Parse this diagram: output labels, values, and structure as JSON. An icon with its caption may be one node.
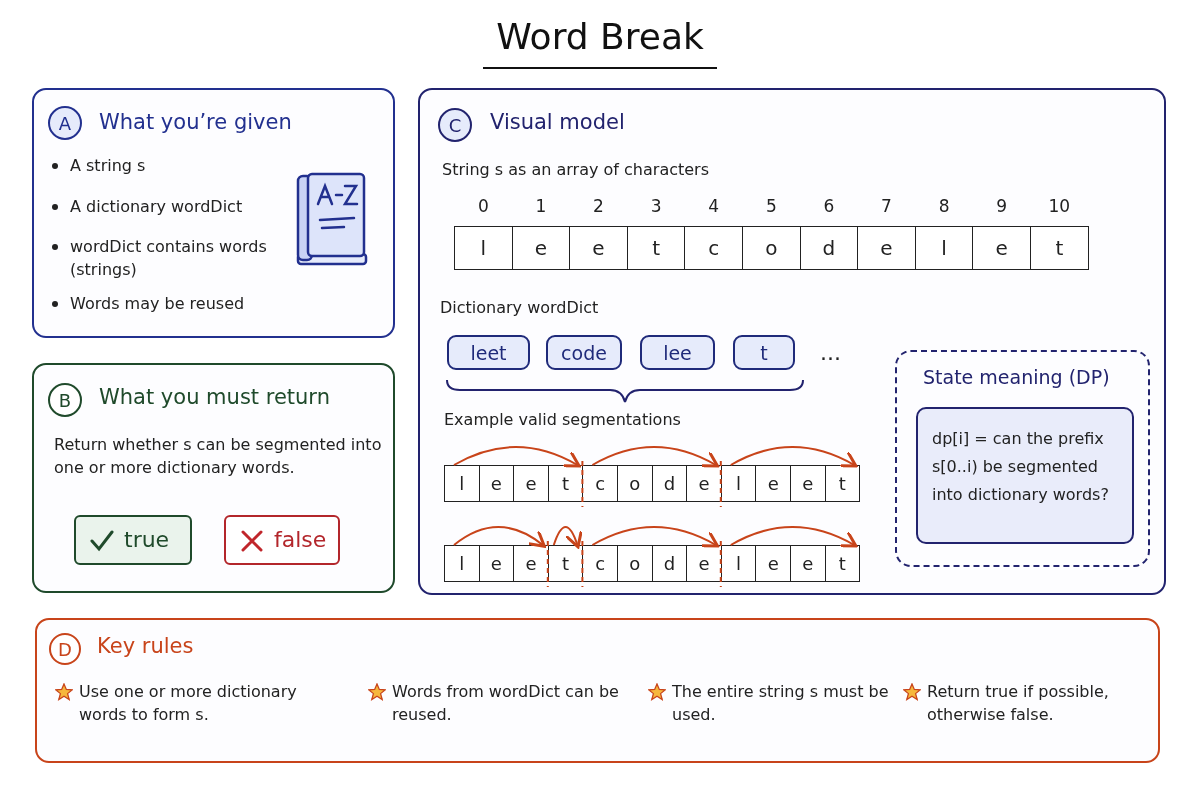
{
  "diagram": {
    "title": "Word Break",
    "nodes": [
      {
        "text": [
          "What you’re given",
          "A string s",
          "A dictionary wordDict",
          "wordDict contains words (strings)",
          "Words may be reused"
        ]
      },
      {
        "text": [
          "A"
        ],
        "in": 0
      },
      {
        "text": [
          "What you must return",
          "Return whether s can be segmented into one or more dictionary words."
        ]
      },
      {
        "text": [
          "B"
        ],
        "in": 2
      },
      {
        "text": [
          "true"
        ],
        "in": 2
      },
      {
        "text": [
          "false"
        ],
        "in": 2
      },
      {
        "text": [
          "Visual model",
          "String s as an array of characters",
          "Dictionary wordDict",
          "Example valid segmentations"
        ]
      },
      {
        "text": [
          "C"
        ],
        "in": 6
      },
      {
        "text": [
          "l"
        ],
        "in": 6,
        "beside": [
          "0"
        ]
      },
      {
        "text": [
          "e"
        ],
        "in": 6,
        "beside": [
          "1"
        ]
      },
      {
        "text": [
          "e"
        ],
        "in": 6,
        "beside": [
          "2"
        ]
      },
      {
        "text": [
          "t"
        ],
        "in": 6,
        "beside": [
          "3"
        ]
      },
      {
        "text": [
          "c"
        ],
        "in": 6,
        "beside": [
          "4"
        ]
      },
      {
        "text": [
          "o"
        ],
        "in": 6,
        "beside": [
          "5"
        ]
      },
      {
        "text": [
          "d"
        ],
        "in": 6,
        "beside": [
          "6"
        ]
      },
      {
        "text": [
          "e"
        ],
        "in": 6,
        "beside": [
          "7"
        ]
      },
      {
        "text": [
          "l"
        ],
        "in": 6,
        "beside": [
          "8"
        ]
      },
      {
        "text": [
          "e"
        ],
        "in": 6,
        "beside": [
          "9"
        ]
      },
      {
        "text": [
          "t"
        ],
        "in": 6,
        "beside": [
          "10"
        ]
      },
      {
        "text": [
          "leet"
        ],
        "in": 6
      },
      {
        "text": [
          "code"
        ],
        "in": 6
      },
      {
        "text": [
          "lee"
        ],
        "in": 6
      },
      {
        "text": [
          "t"
        ],
        "in": 6
      },
      {
        "text": [
          "State meaning (DP)"
        ],
        "in": 6
      },
      {
        "text": [
          "dp[i] = can the prefix s[0..i) be segmented into dictionary words?"
        ],
        "in": 23
      },
      {
        "text": [
          "l"
        ],
        "in": 6
      },
      {
        "text": [
          "e"
        ],
        "in": 6
      },
      {
        "text": [
          "e"
        ],
        "in": 6
      },
      {
        "text": [
          "t"
        ],
        "in": 6
      },
      {
        "text": [
          "c"
        ],
        "in": 6
      },
      {
        "text": [
          "o"
        ],
        "in": 6
      },
      {
        "text": [
          "d"
        ],
        "in": 6
      },
      {
        "text": [
          "e"
        ],
        "in": 6
      },
      {
        "text": [
          "l"
        ],
        "in": 6
      },
      {
        "text": [
          "e"
        ],
        "in": 6
      },
      {
        "text": [
          "e"
        ],
        "in": 6
      },
      {
        "text": [
          "t"
        ],
        "in": 6
      },
      {
        "text": [
          "l"
        ],
        "in": 6
      },
      {
        "text": [
          "e"
        ],
        "in": 6
      },
      {
        "text": [
          "e"
        ],
        "in": 6
      },
      {
        "text": [
          "t"
        ],
        "in": 6
      },
      {
        "text": [
          "c"
        ],
        "in": 6
      },
      {
        "text": [
          "o"
        ],
        "in": 6
      },
      {
        "text": [
          "d"
        ],
        "in": 6
      },
      {
        "text": [
          "e"
        ],
        "in": 6
      },
      {
        "text": [
          "l"
        ],
        "in": 6
      },
      {
        "text": [
          "e"
        ],
        "in": 6
      },
      {
        "text": [
          "e"
        ],
        "in": 6
      },
      {
        "text": [
          "t"
        ],
        "in": 6
      },
      {
        "text": [
          "Key rules",
          "Use one or more dictionary words to form s.",
          "Words from wordDict can be reused.",
          "The entire string s must be used.",
          "Return true if possible, otherwise false."
        ]
      },
      {
        "text": [
          "D"
        ],
        "in": 49
      }
    ],
    "edges": [
      {
        "from": 25,
        "to": 28,
        "arrow": "to"
      },
      {
        "from": 29,
        "to": 32,
        "arrow": "to"
      },
      {
        "from": 33,
        "to": 36,
        "arrow": "to"
      },
      {
        "from": 37,
        "to": 39,
        "arrow": "to"
      },
      {
        "from": null,
        "to": 40,
        "arrow": "to"
      },
      {
        "from": 41,
        "to": 44,
        "arrow": "to"
      },
      {
        "from": 45,
        "to": 48,
        "arrow": "to"
      }
    ],
    "labels": [
      "..."
    ]
  }
}
